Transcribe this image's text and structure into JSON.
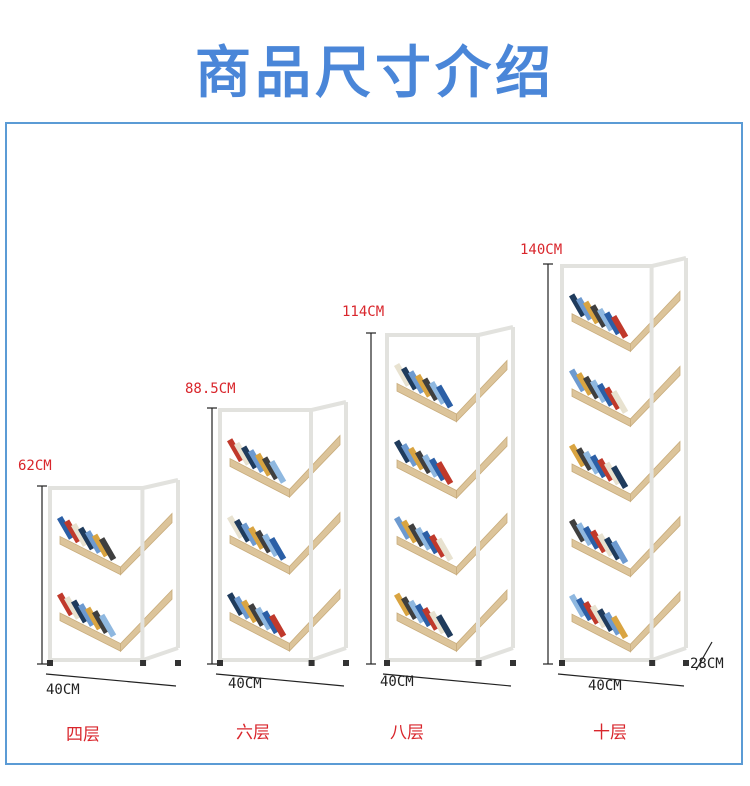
{
  "title": "商品尺寸介绍",
  "colors": {
    "title": "#4a86d8",
    "border": "#5b9bd5",
    "height_label": "#d9262c",
    "tier_label": "#d9262c",
    "wood": "#dcc49a",
    "frame": "#f4f4f2"
  },
  "products": [
    {
      "height": "62CM",
      "width": "40CM",
      "tier": "四层",
      "shelves": 4
    },
    {
      "height": "88.5CM",
      "width": "40CM",
      "tier": "六层",
      "shelves": 6
    },
    {
      "height": "114CM",
      "width": "40CM",
      "tier": "八层",
      "shelves": 8
    },
    {
      "height": "140CM",
      "width": "40CM",
      "depth": "28CM",
      "tier": "十层",
      "shelves": 10
    }
  ]
}
